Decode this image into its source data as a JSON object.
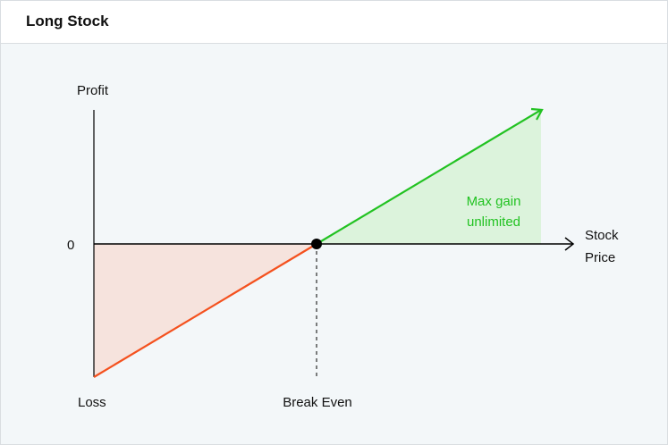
{
  "header": {
    "title": "Long Stock"
  },
  "chart_data": {
    "type": "line",
    "title": "Long Stock",
    "xlabel": [
      "Stock",
      "Price"
    ],
    "ylabel": "Profit",
    "ytick_zero": "0",
    "x_markers": {
      "loss": "Loss",
      "break_even": "Break Even"
    },
    "annotation": [
      "Max gain",
      "unlimited"
    ],
    "series": [
      {
        "segment": "loss",
        "color": "#f4511e",
        "fill": "#f6e3dd"
      },
      {
        "segment": "gain",
        "color": "#22c222",
        "fill": "#dcf3dc"
      }
    ],
    "break_even_point_color": "#000000",
    "colors": {
      "axis": "#000000",
      "gain_text": "#22c222",
      "label_text": "#111111"
    }
  }
}
